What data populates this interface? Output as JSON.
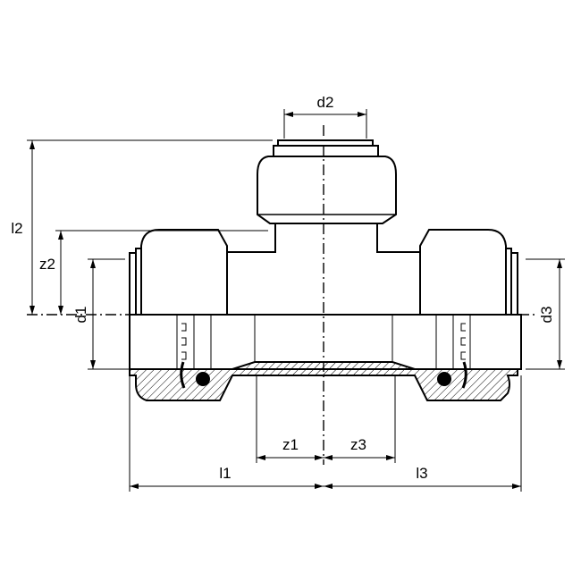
{
  "drawing": {
    "labels": {
      "d2": "d2",
      "l2": "l2",
      "z2": "z2",
      "d1": "d1",
      "d3": "d3",
      "z1": "z1",
      "z3": "z3",
      "l1": "l1",
      "l3": "l3"
    },
    "line_color": "#000000",
    "background": "#ffffff"
  }
}
